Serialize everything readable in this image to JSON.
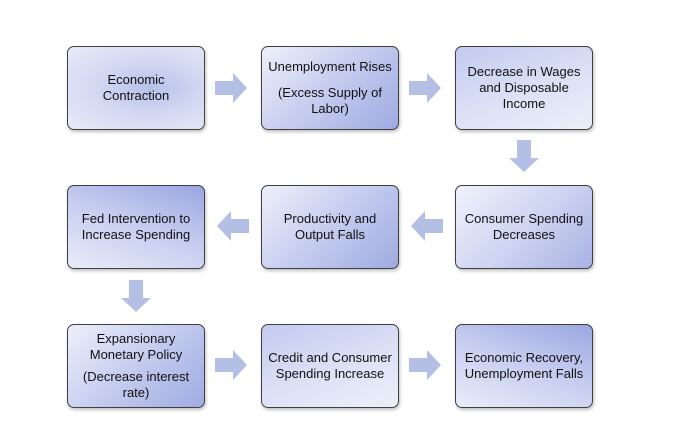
{
  "nodes": [
    {
      "id": "economic-contraction",
      "lines": [
        "Economic",
        "Contraction"
      ],
      "sub": []
    },
    {
      "id": "unemployment-rises",
      "lines": [
        "Unemployment Rises"
      ],
      "sub": [
        "(Excess Supply of",
        "Labor)"
      ]
    },
    {
      "id": "decrease-wages",
      "lines": [
        "Decrease in Wages",
        "and Disposable",
        "Income"
      ],
      "sub": []
    },
    {
      "id": "consumer-spending-decreases",
      "lines": [
        "Consumer Spending",
        "Decreases"
      ],
      "sub": []
    },
    {
      "id": "productivity-output-falls",
      "lines": [
        "Productivity and",
        "Output Falls"
      ],
      "sub": []
    },
    {
      "id": "fed-intervention",
      "lines": [
        "Fed Intervention to",
        "Increase Spending"
      ],
      "sub": []
    },
    {
      "id": "expansionary-monetary-policy",
      "lines": [
        "Expansionary",
        "Monetary Policy"
      ],
      "sub": [
        "(Decrease interest",
        "rate)"
      ]
    },
    {
      "id": "credit-consumer-spending",
      "lines": [
        "Credit and Consumer",
        "Spending Increase"
      ],
      "sub": []
    },
    {
      "id": "economic-recovery",
      "lines": [
        "Economic Recovery,",
        "Unemployment Falls"
      ],
      "sub": []
    }
  ],
  "edges": [
    [
      "economic-contraction",
      "unemployment-rises"
    ],
    [
      "unemployment-rises",
      "decrease-wages"
    ],
    [
      "decrease-wages",
      "consumer-spending-decreases"
    ],
    [
      "consumer-spending-decreases",
      "productivity-output-falls"
    ],
    [
      "productivity-output-falls",
      "fed-intervention"
    ],
    [
      "fed-intervention",
      "expansionary-monetary-policy"
    ],
    [
      "expansionary-monetary-policy",
      "credit-consumer-spending"
    ],
    [
      "credit-consumer-spending",
      "economic-recovery"
    ]
  ],
  "colors": {
    "arrow_fill": "#b4bfe6",
    "border": "#3f3f3f",
    "text": "#111111"
  }
}
